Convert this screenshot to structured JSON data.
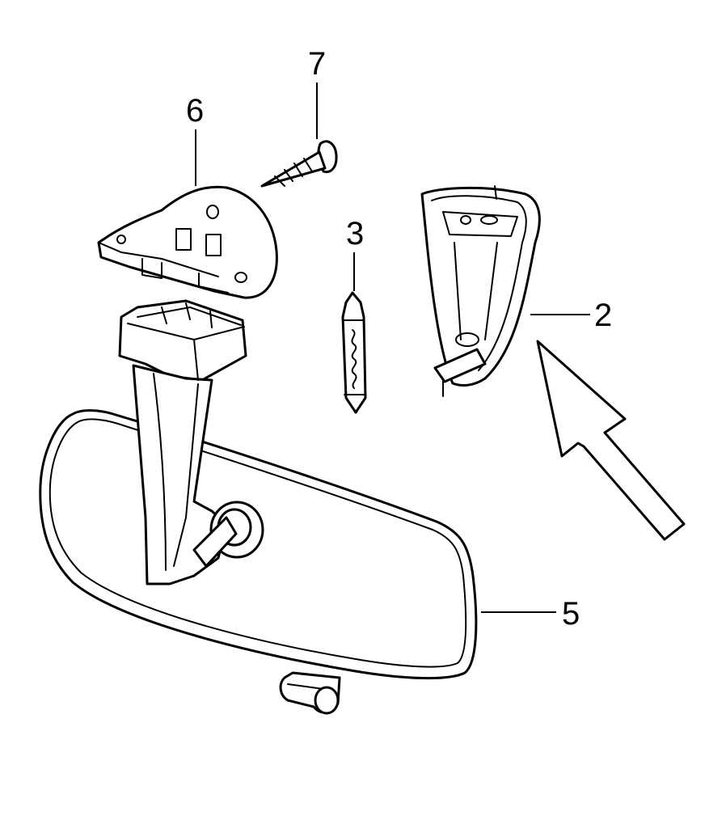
{
  "callouts": {
    "screw": "7",
    "base_plate": "6",
    "bulb": "3",
    "lamp_housing": "2",
    "mirror": "5"
  }
}
